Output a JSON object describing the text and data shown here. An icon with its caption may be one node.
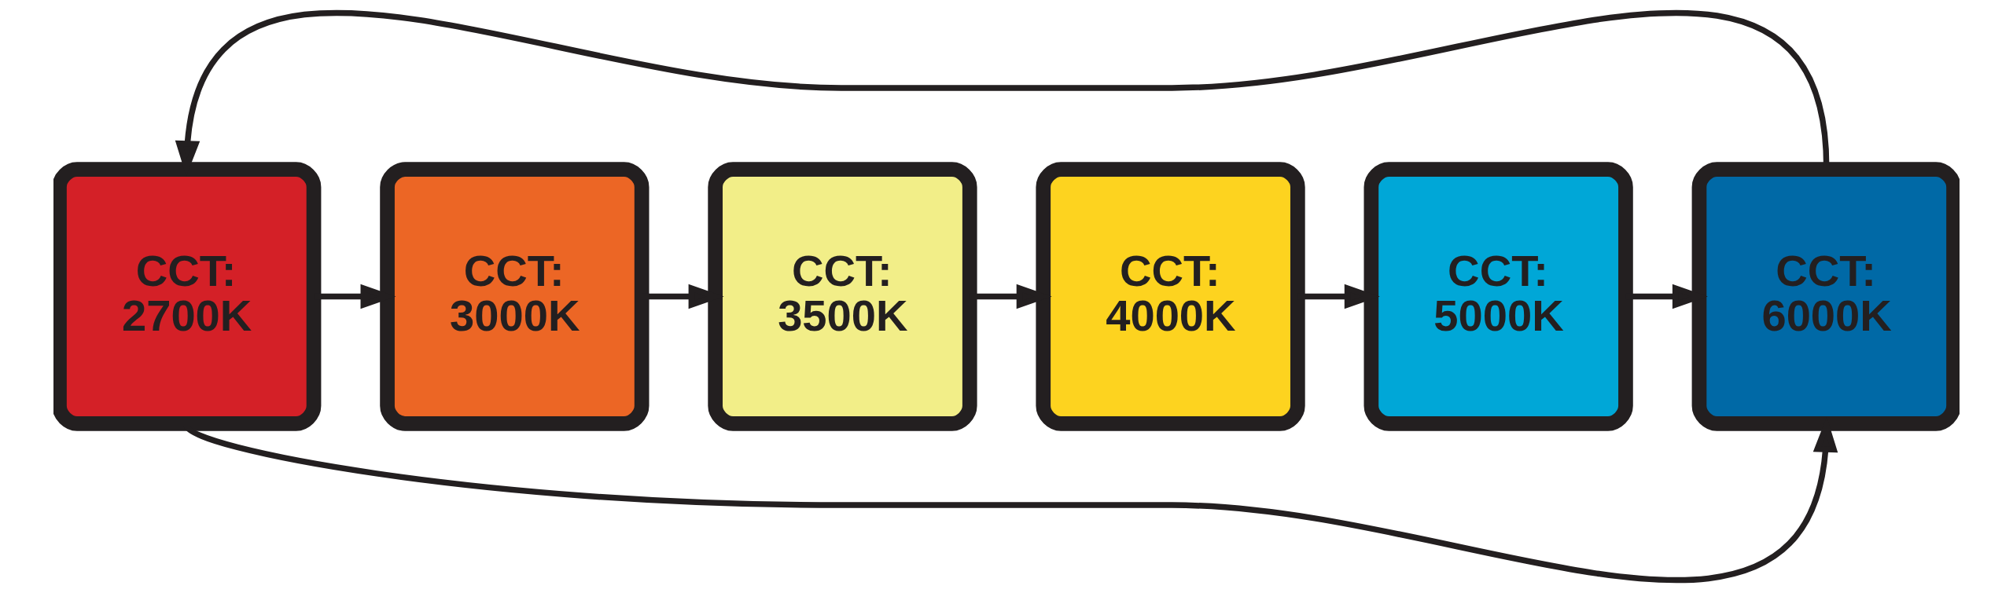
{
  "diagram": {
    "nodes": [
      {
        "text": [
          "CCT:",
          "2700K"
        ]
      },
      {
        "text": [
          "CCT:",
          "3000K"
        ]
      },
      {
        "text": [
          "CCT:",
          "3500K"
        ]
      },
      {
        "text": [
          "CCT:",
          "4000K"
        ]
      },
      {
        "text": [
          "CCT:",
          "5000K"
        ]
      },
      {
        "text": [
          "CCT:",
          "6000K"
        ]
      }
    ],
    "edges": [
      {
        "from": 0,
        "to": 1,
        "arrow": "to"
      },
      {
        "from": 1,
        "to": 2,
        "arrow": "to"
      },
      {
        "from": 2,
        "to": 3,
        "arrow": "to"
      },
      {
        "from": 3,
        "to": 4,
        "arrow": "to"
      },
      {
        "from": 4,
        "to": 5,
        "arrow": "to"
      },
      {
        "from": 5,
        "to": 0,
        "arrow": "to"
      },
      {
        "from": 0,
        "to": 5,
        "arrow": "to"
      }
    ]
  }
}
